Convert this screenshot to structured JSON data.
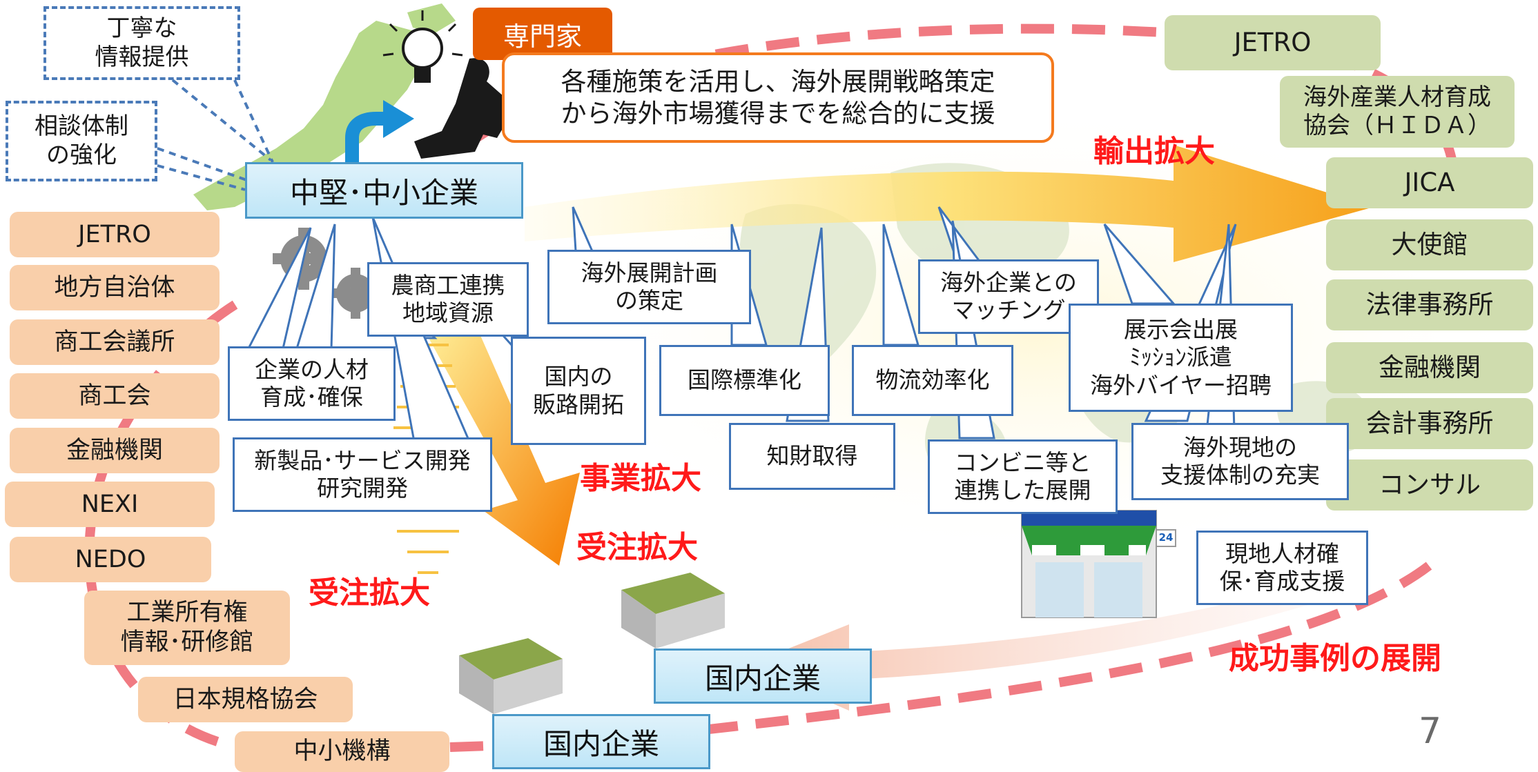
{
  "colors": {
    "orange_label": "#e45a00",
    "red_text": "#ff1a1a",
    "callout_border": "#3f74b8",
    "left_partner_fill": "#f9cfaa",
    "right_partner_fill": "#cfdcae",
    "cycle_dash": "#f07a82"
  },
  "support": {
    "careful_info": "丁寧な\n情報提供",
    "consult": "相談体制\nの強化"
  },
  "expert": {
    "label": "専門家",
    "description": "各種施策を活用し、海外展開戦略策定\nから海外市場獲得までを総合的に支援"
  },
  "main_company": "中堅･中小企業",
  "left_partners": [
    "JETRO",
    "地方自治体",
    "商工会議所",
    "商工会",
    "金融機関",
    "NEXI",
    "NEDO",
    "工業所有権\n情報･研修館",
    "日本規格協会",
    "中小機構"
  ],
  "right_partners": [
    "JETRO",
    "海外産業人材育成\n協会（ＨＩＤＡ）",
    "JICA",
    "大使館",
    "法律事務所",
    "金融機関",
    "会計事務所",
    "コンサル"
  ],
  "callouts": {
    "agri": "農商工連携\n地域資源",
    "plan": "海外展開計画\nの策定",
    "matching": "海外企業との\nマッチング",
    "exhibit": "展示会出展\nﾐｯｼｮﾝ派遣\n海外バイヤー招聘",
    "hr": "企業の人材\n育成･確保",
    "domestic": "国内の\n販路開拓",
    "standard": "国際標準化",
    "logistics": "物流効率化",
    "newprod": "新製品･サービス開発\n研究開発",
    "ip": "知財取得",
    "convenience": "コンビニ等と\n連携した展開",
    "local_support": "海外現地の\n支援体制の充実",
    "local_hr": "現地人材確\n保･育成支援"
  },
  "labels": {
    "export": "輸出拡大",
    "business": "事業拡大",
    "orders1": "受注拡大",
    "orders2": "受注拡大",
    "success": "成功事例の展開"
  },
  "domestic_company": "国内企業",
  "page_number": "7",
  "icons": [
    "lightbulb-icon",
    "gear-icon",
    "warehouse-icon",
    "convenience-store-icon",
    "japan-map",
    "world-map"
  ]
}
